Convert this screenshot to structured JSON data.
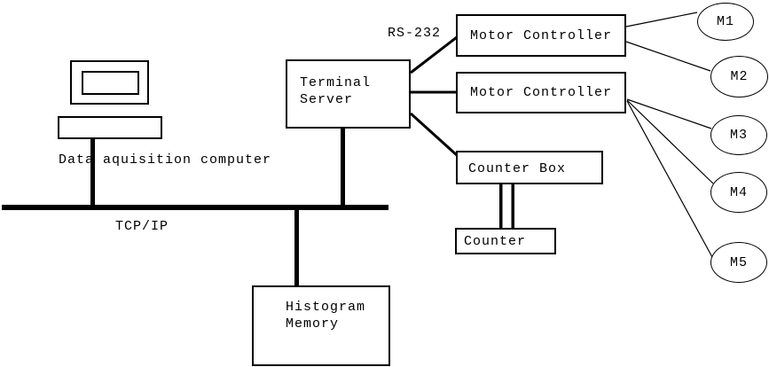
{
  "diagram": {
    "description": "Data acquisition system block diagram",
    "colors": {
      "line": "#000000",
      "background": "#ffffff"
    }
  },
  "labels": {
    "rs232": "RS-232",
    "tcpip": "TCP/IP",
    "data_acquisition": "Data aquisition computer"
  },
  "nodes": {
    "terminal_server": "Terminal\nServer",
    "motor_controller_1": "Motor Controller",
    "motor_controller_2": "Motor Controller",
    "counter_box": "Counter Box",
    "counter": "Counter",
    "histogram_memory": "Histogram\nMemory"
  },
  "motors": [
    {
      "label": "M1"
    },
    {
      "label": "M2"
    },
    {
      "label": "M3"
    },
    {
      "label": "M4"
    },
    {
      "label": "M5"
    }
  ],
  "connections": [
    "TCP/IP bus - Data aquisition computer",
    "TCP/IP bus - Terminal Server",
    "TCP/IP bus - Histogram Memory",
    "Terminal Server - Motor Controller (RS-232)",
    "Terminal Server - Motor Controller",
    "Terminal Server - Counter Box",
    "Counter Box - Counter (double line)",
    "Motor Controller 1 - M1",
    "Motor Controller 1 - M2",
    "Motor Controller 2 - M3",
    "Motor Controller 2 - M4",
    "Motor Controller 2 - M5"
  ]
}
